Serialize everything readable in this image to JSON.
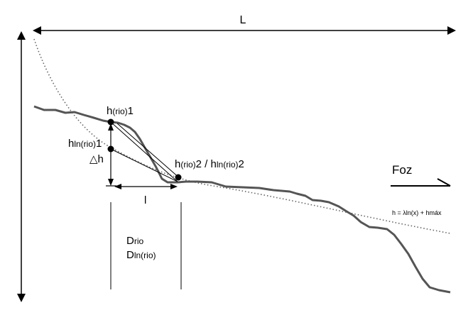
{
  "labels": {
    "L": "L",
    "h_rio_1_main": "h",
    "h_rio_1_sub": "(rio)",
    "h_rio_1_tail": "1",
    "h_ln_1_main": "h",
    "h_ln_1_sub": "ln(rio)",
    "h_ln_1_tail": "1",
    "delta_h": "△h",
    "h2_main1": "h",
    "h2_sub1": "(rio)",
    "h2_mid": "2 / h",
    "h2_sub2": "ln(rio)",
    "h2_tail": "2",
    "l": "l",
    "foz": "Foz",
    "formula": "h = λln(x) + hmáx",
    "d_rio_main": "D",
    "d_rio_sub": "rio",
    "d_ln_main": "D",
    "d_ln_sub": "ln(rio)"
  },
  "colors": {
    "line": "#000000",
    "river_profile": "#555555",
    "fit_curve": "#666666"
  }
}
